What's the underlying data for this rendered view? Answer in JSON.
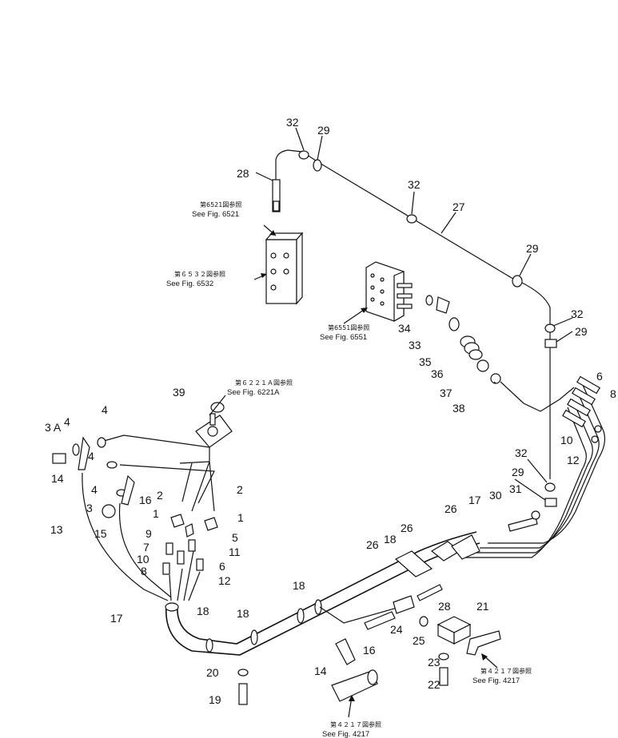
{
  "diagram": {
    "callouts": [
      {
        "id": "c32a",
        "text": "32"
      },
      {
        "id": "c29a",
        "text": "29"
      },
      {
        "id": "c28a",
        "text": "28"
      },
      {
        "id": "c32b",
        "text": "32"
      },
      {
        "id": "c27",
        "text": "27"
      },
      {
        "id": "c29b",
        "text": "29"
      },
      {
        "id": "c32c",
        "text": "32"
      },
      {
        "id": "c29c",
        "text": "29"
      },
      {
        "id": "c34",
        "text": "34"
      },
      {
        "id": "c33",
        "text": "33"
      },
      {
        "id": "c35",
        "text": "35"
      },
      {
        "id": "c36",
        "text": "36"
      },
      {
        "id": "c37",
        "text": "37"
      },
      {
        "id": "c38",
        "text": "38"
      },
      {
        "id": "c6",
        "text": "6"
      },
      {
        "id": "c8r",
        "text": "8"
      },
      {
        "id": "c10r",
        "text": "10"
      },
      {
        "id": "c12r",
        "text": "12"
      },
      {
        "id": "c39",
        "text": "39"
      },
      {
        "id": "c3a",
        "text": "3 A"
      },
      {
        "id": "c4a",
        "text": "4"
      },
      {
        "id": "c4b",
        "text": "4"
      },
      {
        "id": "c4c",
        "text": "4"
      },
      {
        "id": "c4d",
        "text": "4"
      },
      {
        "id": "c14l",
        "text": "14"
      },
      {
        "id": "c16l",
        "text": "16"
      },
      {
        "id": "c3",
        "text": "3"
      },
      {
        "id": "c2a",
        "text": "2"
      },
      {
        "id": "c2b",
        "text": "2"
      },
      {
        "id": "c1a",
        "text": "1"
      },
      {
        "id": "c1b",
        "text": "1"
      },
      {
        "id": "c13",
        "text": "13"
      },
      {
        "id": "c15",
        "text": "15"
      },
      {
        "id": "c5",
        "text": "5"
      },
      {
        "id": "c9",
        "text": "9"
      },
      {
        "id": "c11",
        "text": "11"
      },
      {
        "id": "c7",
        "text": "7"
      },
      {
        "id": "c10l",
        "text": "10"
      },
      {
        "id": "c6l",
        "text": "6"
      },
      {
        "id": "c8l",
        "text": "8"
      },
      {
        "id": "c12l",
        "text": "12"
      },
      {
        "id": "c17l",
        "text": "17"
      },
      {
        "id": "c18a",
        "text": "18"
      },
      {
        "id": "c18b",
        "text": "18"
      },
      {
        "id": "c18c",
        "text": "18"
      },
      {
        "id": "c18d",
        "text": "18"
      },
      {
        "id": "c26a",
        "text": "26"
      },
      {
        "id": "c26b",
        "text": "26"
      },
      {
        "id": "c26c",
        "text": "26"
      },
      {
        "id": "c17r",
        "text": "17"
      },
      {
        "id": "c32d",
        "text": "32"
      },
      {
        "id": "c29d",
        "text": "29"
      },
      {
        "id": "c30",
        "text": "30"
      },
      {
        "id": "c31",
        "text": "31"
      },
      {
        "id": "c28b",
        "text": "28"
      },
      {
        "id": "c24",
        "text": "24"
      },
      {
        "id": "c25",
        "text": "25"
      },
      {
        "id": "c16b",
        "text": "16"
      },
      {
        "id": "c14b",
        "text": "14"
      },
      {
        "id": "c21",
        "text": "21"
      },
      {
        "id": "c23",
        "text": "23"
      },
      {
        "id": "c22",
        "text": "22"
      },
      {
        "id": "c20",
        "text": "20"
      },
      {
        "id": "c19",
        "text": "19"
      }
    ],
    "references": [
      {
        "id": "r6521",
        "jp": "第6521図参照",
        "en": "See Fig. 6521"
      },
      {
        "id": "r6532",
        "jp": "第６５３２図参照",
        "en": "See Fig. 6532"
      },
      {
        "id": "r6551",
        "jp": "第6551図参照",
        "en": "See Fig. 6551"
      },
      {
        "id": "r6221a",
        "jp": "第６２２１Ａ図参照",
        "en": "See Fig. 6221A"
      },
      {
        "id": "r4217a",
        "jp": "第４２１７図参照",
        "en": "See Fig. 4217"
      },
      {
        "id": "r4217b",
        "jp": "第４２１７図参照",
        "en": "See Fig. 4217"
      }
    ]
  }
}
